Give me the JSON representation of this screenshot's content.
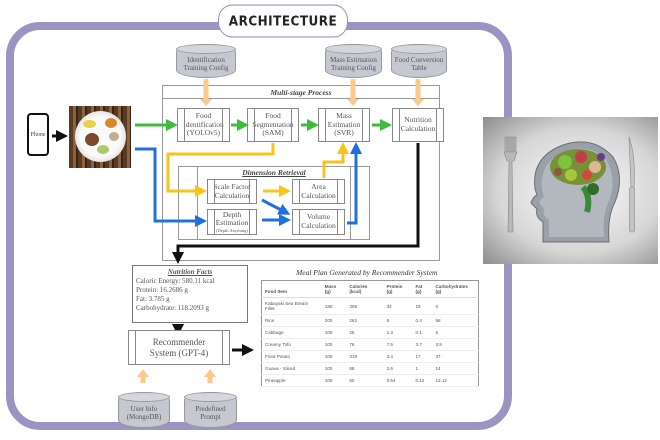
{
  "title": "ARCHITECTURE",
  "colors": {
    "frame": "#9b94c3",
    "green_flow": "#3dbb3d",
    "yellow_flow": "#f7c41a",
    "blue_flow": "#1f6fe0",
    "config_flow": "#fcc98a",
    "black_flow": "#111111"
  },
  "inputs": {
    "phone_label": "Phone",
    "photo_alt": "food plate photo"
  },
  "configs": {
    "identification": "Identification Training Config",
    "mass_estimation": "Mass Estimation Training Config",
    "food_conversion": "Food Conversion Table",
    "user_info": "User Info (MongoDB)",
    "predefined_prompt": "Predefined Prompt"
  },
  "multi_stage": {
    "title": "Multi-stage Process",
    "steps": [
      {
        "line1": "Food",
        "line2": "Identification",
        "line3": "(YOLOv5)"
      },
      {
        "line1": "Food",
        "line2": "Segmentation",
        "line3": "(SAM)"
      },
      {
        "line1": "Mass",
        "line2": "Estimation",
        "line3": "(SVR)"
      },
      {
        "line1": "Nutrition",
        "line2": "Calculation",
        "line3": ""
      }
    ]
  },
  "dimension_retrieval": {
    "title": "Dimension Retrieval",
    "scale_factor": "Scale Factor Calculation",
    "depth_estimation": "Depth Estimation",
    "depth_sub": "(Depth Anything)",
    "area": "Area Calculation",
    "volume": "Volume Calculation"
  },
  "nutrition_facts": {
    "title": "Nutrition Facts",
    "lines": [
      "Caloric Energy: 580.11 kcal",
      "Protein: 16.2686 g",
      "Fat: 3.785 g",
      "Carbohydrate: 118.2093 g"
    ]
  },
  "recommender": {
    "label": "Recommender System (GPT-4)"
  },
  "meal_plan": {
    "title": "Meal Plan Generated by Recommender System",
    "headers": [
      "Food Item",
      "Mass (g)",
      "Calories (kcal)",
      "Protein (g)",
      "Fat (g)",
      "Carbohydrates (g)"
    ],
    "rows": [
      [
        "Kabayaki Sea Bream Fillet",
        "180",
        "306",
        "34",
        "18",
        "0"
      ],
      [
        "Rice",
        "200",
        "262",
        "5",
        "0.4",
        "58"
      ],
      [
        "Cabbage",
        "100",
        "25",
        "1.3",
        "0.1",
        "6"
      ],
      [
        "Creamy Tofu",
        "100",
        "76",
        "7.5",
        "3.7",
        "3.9"
      ],
      [
        "Fried Potato",
        "100",
        "319",
        "3.4",
        "17",
        "37"
      ],
      [
        "Guava - Sliced",
        "100",
        "68",
        "2.6",
        "1",
        "14"
      ],
      [
        "Pineapple",
        "100",
        "50",
        "0.54",
        "0.12",
        "13.12"
      ]
    ]
  },
  "side_image": {
    "alt": "head-shaped plate with fork and knife filled with healthy food"
  }
}
